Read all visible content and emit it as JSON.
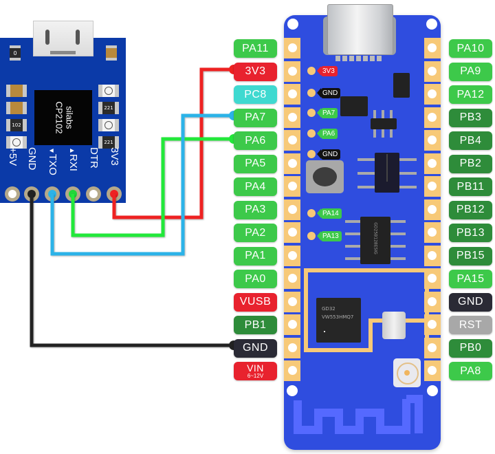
{
  "usb_adapter": {
    "chip_brand": "silabs",
    "chip_model": "CP2102",
    "resistor_labels": [
      "0",
      "102",
      "221",
      "221"
    ],
    "pins": [
      {
        "label": "+5V",
        "color": "#ffffff",
        "marker": ""
      },
      {
        "label": "GND",
        "color": "#222222",
        "marker": ""
      },
      {
        "label": "TXO",
        "color": "#2bb3e8",
        "marker": "▼"
      },
      {
        "label": "RXI",
        "color": "#22d63a",
        "marker": "▲"
      },
      {
        "label": "DTR",
        "color": "#ffffff",
        "marker": ""
      },
      {
        "label": "3V3",
        "color": "#ee2222",
        "marker": ""
      }
    ]
  },
  "main_board": {
    "left_pins": [
      {
        "label": "PA11",
        "color": "#3dc94a",
        "sub": ""
      },
      {
        "label": "3V3",
        "color": "#e8222e",
        "sub": ""
      },
      {
        "label": "PC8",
        "color": "#3fd9d0",
        "sub": ""
      },
      {
        "label": "PA7",
        "color": "#3dc94a",
        "sub": ""
      },
      {
        "label": "PA6",
        "color": "#3dc94a",
        "sub": ""
      },
      {
        "label": "PA5",
        "color": "#3dc94a",
        "sub": ""
      },
      {
        "label": "PA4",
        "color": "#3dc94a",
        "sub": ""
      },
      {
        "label": "PA3",
        "color": "#3dc94a",
        "sub": ""
      },
      {
        "label": "PA2",
        "color": "#3dc94a",
        "sub": ""
      },
      {
        "label": "PA1",
        "color": "#3dc94a",
        "sub": ""
      },
      {
        "label": "PA0",
        "color": "#3dc94a",
        "sub": ""
      },
      {
        "label": "VUSB",
        "color": "#e8222e",
        "sub": ""
      },
      {
        "label": "PB1",
        "color": "#2e8c3a",
        "sub": ""
      },
      {
        "label": "GND",
        "color": "#2a2a35",
        "sub": ""
      },
      {
        "label": "VIN",
        "color": "#e8222e",
        "sub": "6~12V"
      }
    ],
    "right_pins": [
      {
        "label": "PA10",
        "color": "#3dc94a"
      },
      {
        "label": "PA9",
        "color": "#3dc94a"
      },
      {
        "label": "PA12",
        "color": "#3dc94a"
      },
      {
        "label": "PB3",
        "color": "#2e8c3a"
      },
      {
        "label": "PB4",
        "color": "#2e8c3a"
      },
      {
        "label": "PB2",
        "color": "#2e8c3a"
      },
      {
        "label": "PB11",
        "color": "#2e8c3a"
      },
      {
        "label": "PB12",
        "color": "#2e8c3a"
      },
      {
        "label": "PB13",
        "color": "#2e8c3a"
      },
      {
        "label": "PB15",
        "color": "#2e8c3a"
      },
      {
        "label": "PA15",
        "color": "#3dc94a"
      },
      {
        "label": "GND",
        "color": "#2a2a35"
      },
      {
        "label": "RST",
        "color": "#a8a8a8"
      },
      {
        "label": "PB0",
        "color": "#2e8c3a"
      },
      {
        "label": "PA8",
        "color": "#3dc94a"
      }
    ],
    "silk_labels": [
      {
        "label": "3V3",
        "color": "#e8222e"
      },
      {
        "label": "GND",
        "color": "#111111"
      },
      {
        "label": "PA7",
        "color": "#3dc94a"
      },
      {
        "label": "PA6",
        "color": "#3dc94a"
      },
      {
        "label": "GND",
        "color": "#111111"
      },
      {
        "label": "PA14",
        "color": "#3dc94a"
      },
      {
        "label": "PA13",
        "color": "#3dc94a"
      }
    ],
    "mcu_marking_line1": "GD32",
    "mcu_marking_line2": "VW553HMQ7",
    "flash_marking": "GD25B128ESIG"
  },
  "connections": [
    {
      "from": "3V3",
      "to": "3V3",
      "color": "#ee2222"
    },
    {
      "from": "TXO",
      "to": "PA7",
      "color": "#2bb3e8"
    },
    {
      "from": "RXI",
      "to": "PA6",
      "color": "#22d63a"
    },
    {
      "from": "GND",
      "to": "GND",
      "color": "#222222"
    }
  ]
}
